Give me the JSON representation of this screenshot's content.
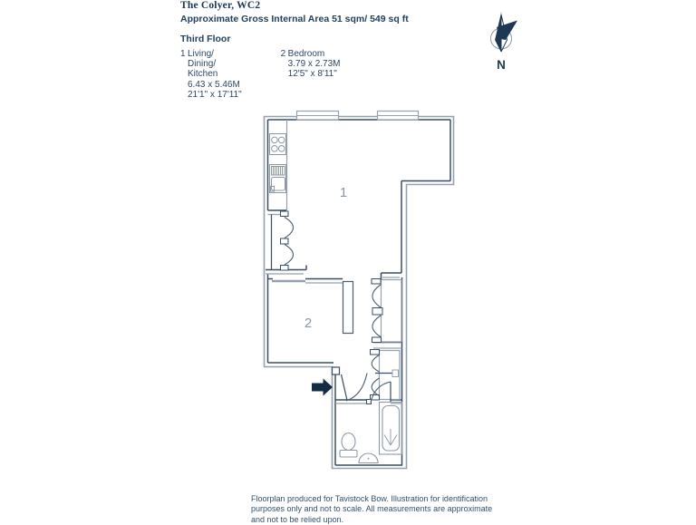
{
  "header": {
    "title": "The Colyer, WC2",
    "area": "Approximate Gross Internal Area 51 sqm/ 549 sq ft",
    "floor": "Third Floor"
  },
  "rooms": [
    {
      "number": "1",
      "name_lines": [
        "Living/",
        "Dining/",
        "Kitchen"
      ],
      "metric": "6.43 x 5.46M",
      "imperial": "21'1\" x 17'11\""
    },
    {
      "number": "2",
      "name_lines": [
        "Bedroom"
      ],
      "metric": "3.79 x 2.73M",
      "imperial": "12'5\" x 8'11\""
    }
  ],
  "compass": {
    "label": "N"
  },
  "plan": {
    "room_labels": [
      {
        "id": "1"
      },
      {
        "id": "2"
      }
    ]
  },
  "disclaimer_lines": [
    "Floorplan produced for Tavistock Bow. Illustration for identification",
    "purposes only and not to scale. All measurements are approximate",
    "and not to be relied upon."
  ],
  "colors": {
    "text_navy": "#22405f",
    "wall_dark": "#3a4e63",
    "wall_light": "#95a1ae",
    "arrow": "#132c44",
    "label_gray": "#8b97a4"
  }
}
